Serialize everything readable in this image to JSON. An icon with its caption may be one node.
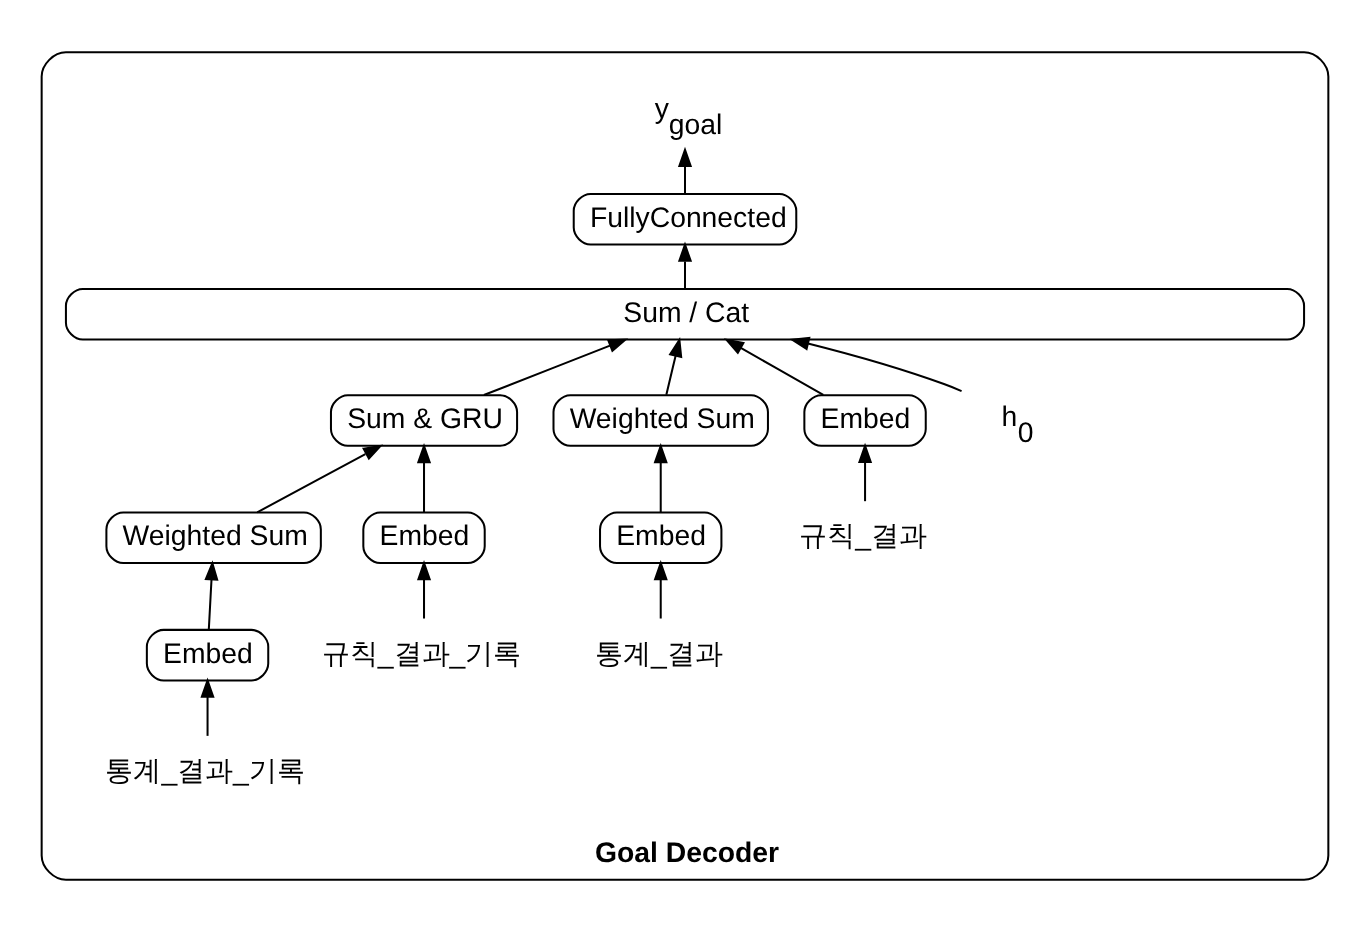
{
  "diagram": {
    "nodes": [
      {
        "text": [
          "Goal Decoder"
        ]
      },
      {
        "text": [
          "y$_{goal}$"
        ],
        "in": 0
      },
      {
        "text": [
          "FullyConnected"
        ],
        "in": 0
      },
      {
        "text": [
          "Sum / Cat"
        ],
        "in": 0
      },
      {
        "text": [
          "h$_{0}$"
        ],
        "in": 0
      },
      {
        "text": [
          "Embed"
        ],
        "in": 0
      },
      {
        "text": [
          "규칙_결과"
        ],
        "in": 0
      },
      {
        "text": [
          "Weighted Sum"
        ],
        "in": 0
      },
      {
        "text": [
          "Embed"
        ],
        "in": 0
      },
      {
        "text": [
          "통계_결과"
        ],
        "in": 0
      },
      {
        "text": [
          "Sum & GRU"
        ],
        "in": 0
      },
      {
        "text": [
          "Embed"
        ],
        "in": 0
      },
      {
        "text": [
          "규칙_결과_기록"
        ],
        "in": 0
      },
      {
        "text": [
          "Weighted Sum"
        ],
        "in": 0
      },
      {
        "text": [
          "Embed"
        ],
        "in": 0
      },
      {
        "text": [
          "통계_결과_기록"
        ],
        "in": 0
      }
    ],
    "edges": [
      {
        "from": 2,
        "to": 1,
        "arrow": "to"
      },
      {
        "from": 3,
        "to": 2,
        "arrow": "to"
      },
      {
        "from": 4,
        "to": 3,
        "arrow": "to"
      },
      {
        "from": 5,
        "to": 3,
        "arrow": "to"
      },
      {
        "from": 6,
        "to": 5,
        "arrow": "to"
      },
      {
        "from": 7,
        "to": 3,
        "arrow": "to"
      },
      {
        "from": 8,
        "to": 7,
        "arrow": "to"
      },
      {
        "from": 9,
        "to": 8,
        "arrow": "to"
      },
      {
        "from": 10,
        "to": 3,
        "arrow": "to"
      },
      {
        "from": 11,
        "to": 10,
        "arrow": "to"
      },
      {
        "from": 12,
        "to": 11,
        "arrow": "to"
      },
      {
        "from": 13,
        "to": 10,
        "arrow": "to"
      },
      {
        "from": 14,
        "to": 13,
        "arrow": "to"
      },
      {
        "from": 15,
        "to": 14,
        "arrow": "to"
      }
    ]
  }
}
